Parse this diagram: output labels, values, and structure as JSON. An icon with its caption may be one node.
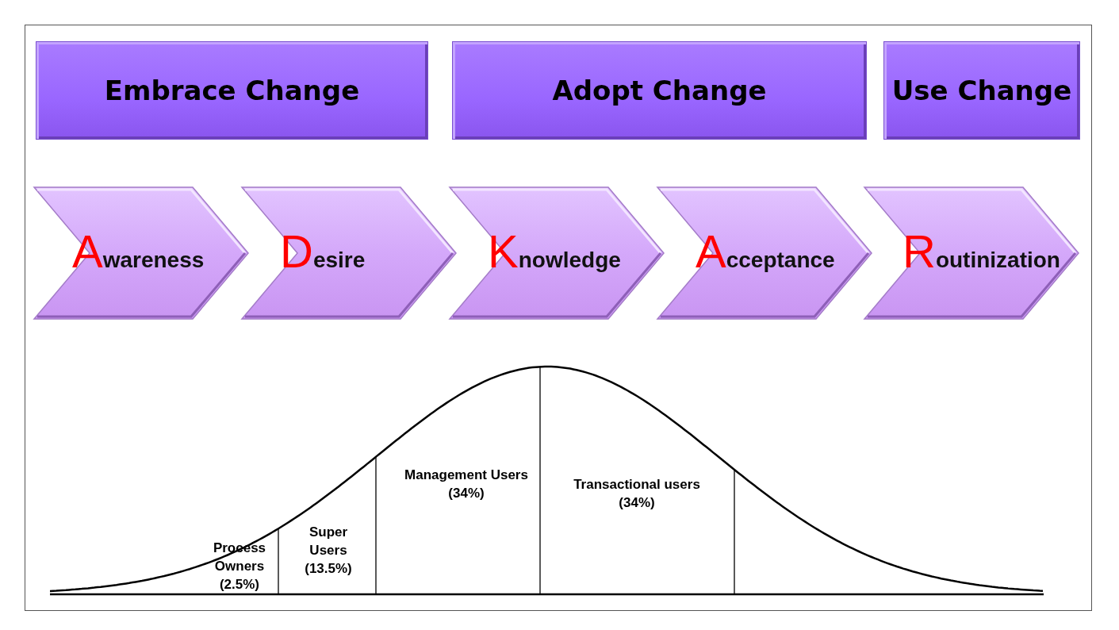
{
  "diagram": {
    "nodes": [
      {
        "text": [
          "Embrace Change"
        ]
      },
      {
        "text": [
          "Adopt Change"
        ]
      },
      {
        "text": [
          "Use Change"
        ]
      },
      {
        "text": [
          "Awareness"
        ]
      },
      {
        "text": [
          "Desire"
        ]
      },
      {
        "text": [
          "Knowledge"
        ]
      },
      {
        "text": [
          "Acceptance"
        ]
      },
      {
        "text": [
          "Routinization"
        ]
      }
    ],
    "labels": [
      "Process Owners (2.5%)",
      "Super Users (13.5%)",
      "Management Users (34%)",
      "Transactional users (34%)"
    ]
  }
}
